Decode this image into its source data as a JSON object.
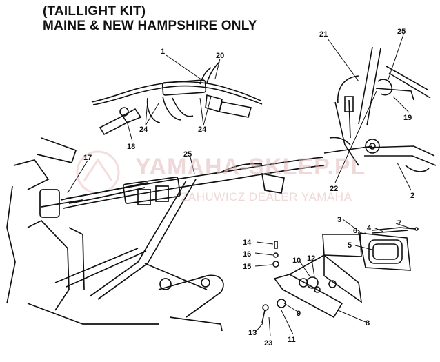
{
  "title": {
    "line1": "(TAILLIGHT KIT)",
    "line2": "MAINE & NEW HAMPSHIRE ONLY"
  },
  "watermark": {
    "brand": "YAMAHA-SKLEP.PL",
    "sub": "ZAHUWICZ DEALER YAMAHA"
  },
  "callouts": [
    "1",
    "20",
    "24",
    "24",
    "18",
    "21",
    "25",
    "19",
    "22",
    "2",
    "25",
    "17",
    "3",
    "6",
    "4",
    "7",
    "5",
    "14",
    "16",
    "15",
    "10",
    "12",
    "9",
    "8",
    "13",
    "23",
    "11"
  ],
  "colors": {
    "ink": "#111111",
    "watermark": "#e3b9b9"
  }
}
